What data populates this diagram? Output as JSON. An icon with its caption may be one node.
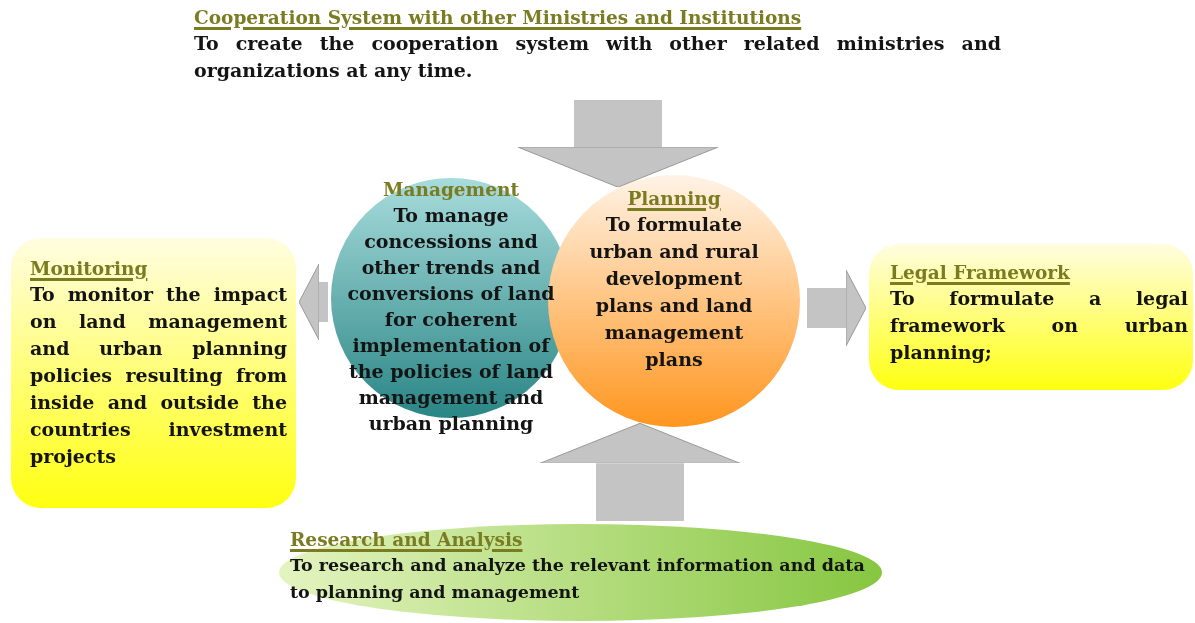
{
  "diagram": {
    "nodes": [
      {
        "text": [
          "Cooperation System with other Ministries and Institutions",
          "To create the cooperation system with other related ministries and organizations at any time."
        ]
      },
      {
        "text": [
          "Management",
          "To manage concessions and other trends and conversions of land for coherent implementation of the policies of land management and urban planning"
        ]
      },
      {
        "text": [
          "Planning",
          "To formulate urban and rural development plans and land management plans"
        ]
      },
      {
        "text": [
          "Monitoring",
          "To monitor the impact on land management and urban planning policies resulting from inside and outside the countries investment projects"
        ]
      },
      {
        "text": [
          "Legal Framework",
          "To formulate a legal framework on urban planning;"
        ]
      },
      {
        "text": [
          "Research and Analysis",
          "To research and analyze the relevant information and data to planning and management"
        ]
      }
    ],
    "edges": [
      {
        "from": 0,
        "to": 2,
        "arrow": "to",
        "style": "thick"
      },
      {
        "from": 1,
        "to": 3,
        "arrow": "to"
      },
      {
        "from": 2,
        "to": 4,
        "arrow": "to"
      },
      {
        "from": 5,
        "to": 2,
        "arrow": "to",
        "style": "thick"
      }
    ]
  }
}
